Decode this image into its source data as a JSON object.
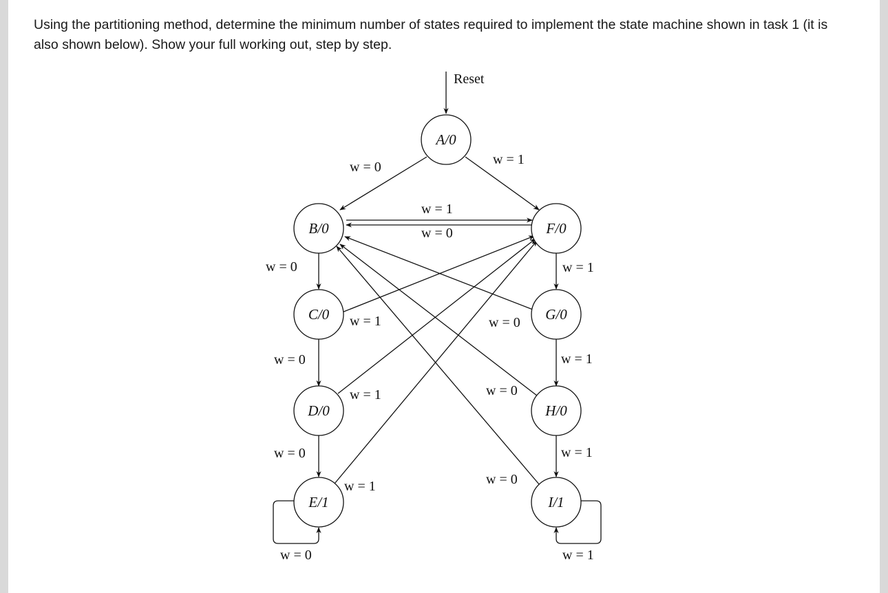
{
  "question": "Using the partitioning method, determine the minimum number of states required to implement the state machine shown in task 1 (it is also shown below). Show your full working out, step by step.",
  "diagram": {
    "reset_label": "Reset",
    "states": [
      {
        "id": "A",
        "label": "A/0"
      },
      {
        "id": "B",
        "label": "B/0"
      },
      {
        "id": "C",
        "label": "C/0"
      },
      {
        "id": "D",
        "label": "D/0"
      },
      {
        "id": "E",
        "label": "E/1"
      },
      {
        "id": "F",
        "label": "F/0"
      },
      {
        "id": "G",
        "label": "G/0"
      },
      {
        "id": "H",
        "label": "H/0"
      },
      {
        "id": "I",
        "label": "I/1"
      }
    ],
    "transitions": [
      {
        "from": "A",
        "to": "B",
        "label": "w = 0"
      },
      {
        "from": "A",
        "to": "F",
        "label": "w = 1"
      },
      {
        "from": "B",
        "to": "F",
        "label": "w = 1"
      },
      {
        "from": "F",
        "to": "B",
        "label": "w = 0"
      },
      {
        "from": "B",
        "to": "C",
        "label": "w = 0"
      },
      {
        "from": "C",
        "to": "D",
        "label": "w = 0"
      },
      {
        "from": "D",
        "to": "E",
        "label": "w = 0"
      },
      {
        "from": "E",
        "to": "E",
        "label": "w = 0"
      },
      {
        "from": "C",
        "to": "F",
        "label": "w = 1"
      },
      {
        "from": "D",
        "to": "F",
        "label": "w = 1"
      },
      {
        "from": "E",
        "to": "F",
        "label": "w = 1"
      },
      {
        "from": "F",
        "to": "G",
        "label": "w = 1"
      },
      {
        "from": "G",
        "to": "H",
        "label": "w = 1"
      },
      {
        "from": "H",
        "to": "I",
        "label": "w = 1"
      },
      {
        "from": "I",
        "to": "I",
        "label": "w = 1"
      },
      {
        "from": "G",
        "to": "B",
        "label": "w = 0"
      },
      {
        "from": "H",
        "to": "B",
        "label": "w = 0"
      },
      {
        "from": "I",
        "to": "B",
        "label": "w = 0"
      }
    ]
  }
}
